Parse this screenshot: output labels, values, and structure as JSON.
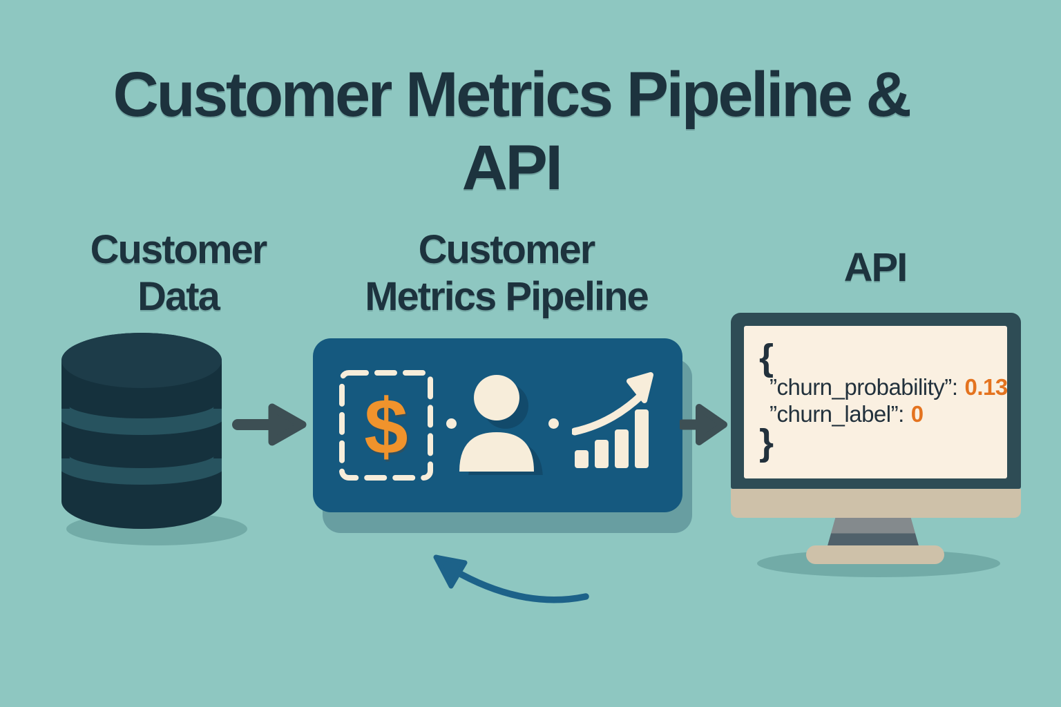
{
  "title": {
    "line1": "Customer Metrics Pipeline &",
    "line2": "API"
  },
  "database": {
    "label_line1": "Customer",
    "label_line2": "Data"
  },
  "pipeline": {
    "label_line1": "Customer",
    "label_line2": "Metrics Pipeline",
    "dollar_sign": "$"
  },
  "api": {
    "label": "API",
    "code": {
      "open_brace": "{",
      "lines": [
        {
          "key": "”churn_probability”",
          "colon": ":",
          "value": "0.13"
        },
        {
          "key": "”churn_label”",
          "colon": ":",
          "value": "0"
        }
      ],
      "close_brace": "}"
    }
  },
  "icons": {
    "database": "database-icon",
    "flow": "arrow-right-icon",
    "price": "dollar-icon",
    "customer": "person-icon",
    "metrics": "growth-chart-icon",
    "feedback": "curved-arrow-icon"
  },
  "colors": {
    "bg": "#8ec7c1",
    "navy": "#1d333e",
    "box-blue": "#15597f",
    "cream": "#f7edda",
    "orange": "#f0932c",
    "value-orange": "#e4731f",
    "arrow-gray": "#3d4f54",
    "arrow-blue": "#1d6289",
    "frame": "#2e4c55",
    "screen": "#faf0e1",
    "beige": "#cec1a9",
    "db-dark": "#15313d"
  }
}
